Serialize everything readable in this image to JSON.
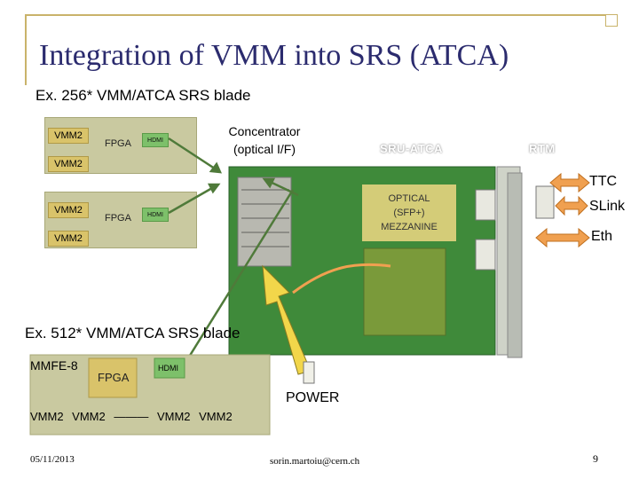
{
  "slide": {
    "title": "Integration of VMM into SRS (ATCA)",
    "subtitle": "Ex. 256* VMM/ATCA SRS blade",
    "section2": "Ex. 512* VMM/ATCA SRS blade"
  },
  "top_boards": [
    {
      "vmm_a": "VMM2",
      "vmm_b": "VMM2",
      "fpga": "FPGA",
      "hdmi": "HDMI"
    },
    {
      "vmm_a": "VMM2",
      "vmm_b": "VMM2",
      "fpga": "FPGA",
      "hdmi": "HDMI"
    }
  ],
  "concentrator": {
    "line1": "Concentrator",
    "line2": "(optical I/F)"
  },
  "blade": {
    "sru_label": "SRU-ATCA",
    "rtm_label": "RTM",
    "rtm_vertical": "RTM",
    "optical_lines": [
      "OPTICAL",
      "(SFP+)",
      "MEZZANINE"
    ]
  },
  "connections": {
    "ttc": "TTC",
    "slink": "SLink",
    "eth": "Eth",
    "power": "POWER"
  },
  "mmfe_board": {
    "label": "MMFE-8",
    "fpga": "FPGA",
    "hdmi": "HDMI",
    "vmm_row": "VMM2  VMM2  ———  VMM2  VMM2"
  },
  "footer": {
    "date": "05/11/2013",
    "email": "sorin.martoiu@cern.ch",
    "page": "9"
  },
  "colors": {
    "title": "#2b2b6e",
    "frame": "#c9b36a",
    "board": "#c9c9a0",
    "hdmi": "#7dc06a",
    "arrow_green": "#4f7a3a",
    "arrow_orange": "#f0a050",
    "arrow_yellow": "#f2d64a",
    "pcb": "#3f8a3a"
  }
}
